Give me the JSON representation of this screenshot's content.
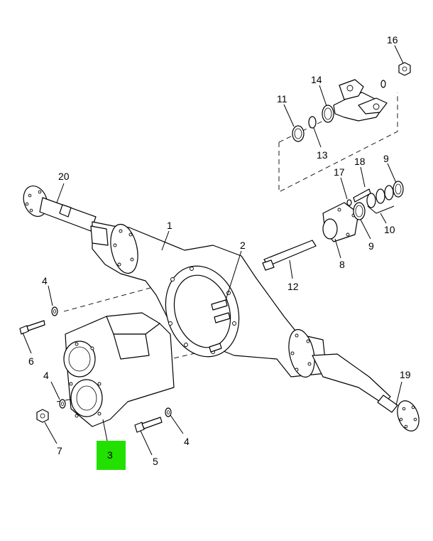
{
  "highlight_color": "#22e000",
  "callouts": {
    "c1": "1",
    "c2": "2",
    "c3": "3",
    "c4a": "4",
    "c4b": "4",
    "c4c": "4",
    "c5": "5",
    "c6": "6",
    "c7": "7",
    "c8": "8",
    "c9a": "9",
    "c9b": "9",
    "c10": "10",
    "c11": "11",
    "c12": "12",
    "c13": "13",
    "c14": "14",
    "c16": "16",
    "c17": "17",
    "c18": "18",
    "c19": "19",
    "c20": "20"
  }
}
